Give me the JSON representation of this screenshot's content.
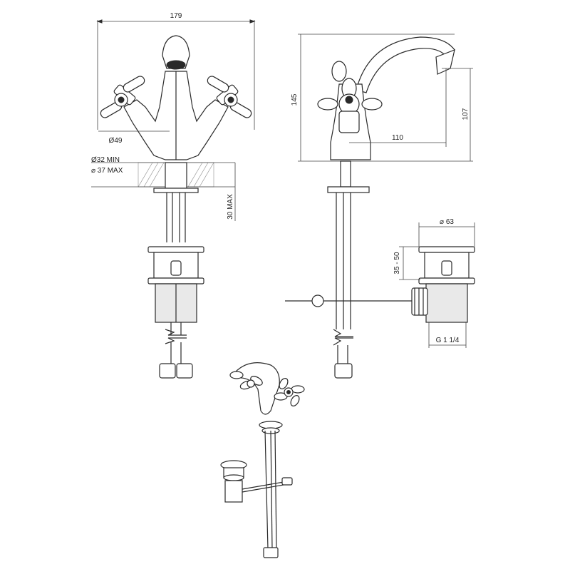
{
  "dimensions": {
    "overall_width": "179",
    "outlet_diameter": "Ø49",
    "hole_min": "Ø32 MIN",
    "hole_max": "⌀ 37 MAX",
    "deck_thickness_max": "30 MAX",
    "overall_height": "145",
    "spout_height": "107",
    "spout_reach": "110",
    "waste_flange_diameter": "⌀ 63",
    "waste_adjust_range": "35 - 50",
    "waste_thread": "G 1 1/4"
  },
  "colors": {
    "line": "#2a2a2a",
    "fill": "#e9e9e9",
    "background": "#ffffff"
  }
}
